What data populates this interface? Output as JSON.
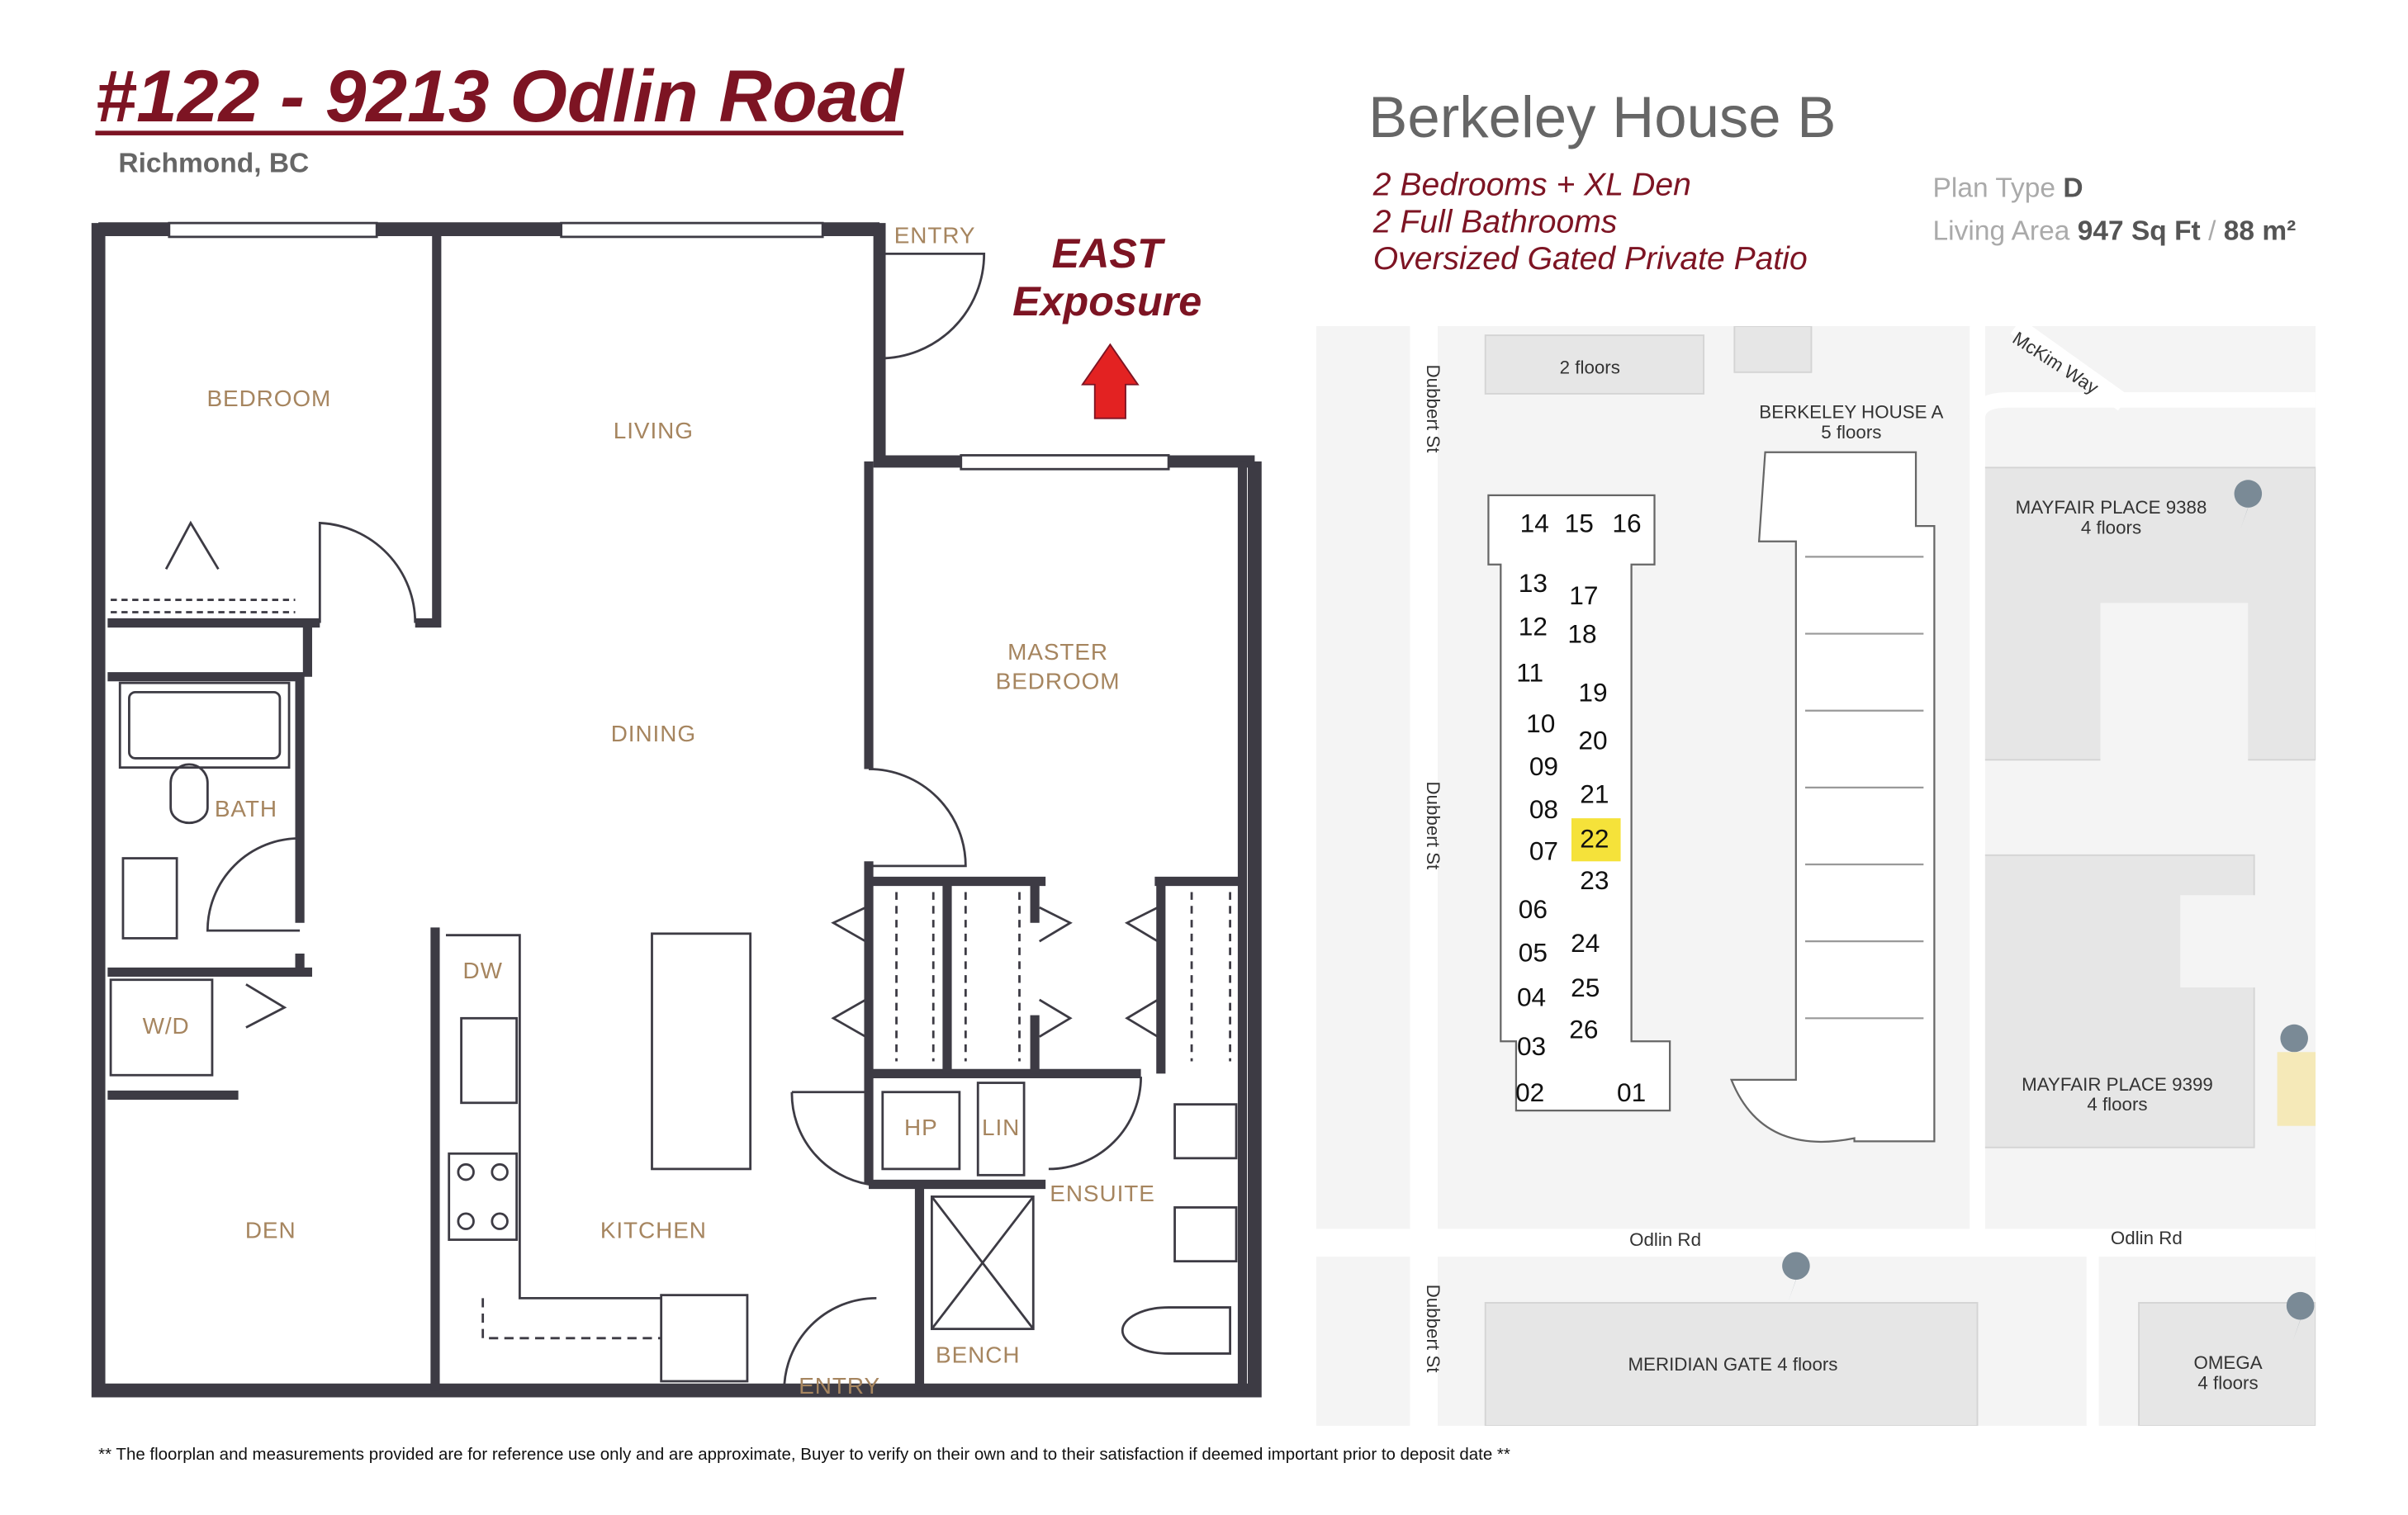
{
  "listing": {
    "title": "#122 - 9213 Odlin Road",
    "city": "Richmond, BC",
    "exposure_line1": "EAST",
    "exposure_line2": "Exposure",
    "building": "Berkeley House B",
    "features": [
      "2 Bedrooms + XL Den",
      "2 Full Bathrooms",
      "Oversized Gated Private Patio"
    ],
    "plan_type_label": "Plan Type",
    "plan_type_value": "D",
    "living_area_label": "Living Area",
    "living_area_sqft": "947 Sq Ft",
    "living_area_sep": "/",
    "living_area_m2": "88 m²",
    "disclaimer": "** The floorplan and measurements provided are for reference use only and are approximate, Buyer to verify on their own and to their satisfaction if deemed important prior to deposit date **"
  },
  "floorplan": {
    "rooms": {
      "bedroom": "BEDROOM",
      "living": "LIVING",
      "dining": "DINING",
      "master_line1": "MASTER",
      "master_line2": "BEDROOM",
      "bath": "BATH",
      "wd": "W/D",
      "dw": "DW",
      "den": "DEN",
      "kitchen": "KITCHEN",
      "hp": "HP",
      "lin": "LIN",
      "ensuite": "ENSUITE",
      "bench": "BENCH",
      "entry_top": "ENTRY",
      "entry_bottom": "ENTRY"
    },
    "arrow_color": "#e32222",
    "wall_color": "#3d3b44"
  },
  "site_map": {
    "streets": {
      "dubbert_1": "Dubbert St",
      "dubbert_2": "Dubbert St",
      "dubbert_3": "Dubbert St",
      "mckim": "McKim Way",
      "odlin_1": "Odlin Rd",
      "odlin_2": "Odlin Rd"
    },
    "labels": {
      "two_floors": "2 floors",
      "bha_name": "BERKELEY HOUSE A",
      "bha_floors": "5 floors",
      "mp9388_name": "MAYFAIR PLACE 9388",
      "mp9388_floors": "4 floors",
      "mp9399_name": "MAYFAIR PLACE 9399",
      "mp9399_floors": "4 floors",
      "meridian": "MERIDIAN GATE 4 floors",
      "omega_name": "OMEGA",
      "omega_floors": "4 floors"
    },
    "units": [
      "14",
      "15",
      "16",
      "13",
      "17",
      "12",
      "18",
      "11",
      "19",
      "10",
      "20",
      "09",
      "21",
      "08",
      "22",
      "07",
      "23",
      "06",
      "24",
      "05",
      "25",
      "04",
      "26",
      "03",
      "02",
      "01"
    ],
    "highlighted_unit": "22",
    "highlight_color": "#f5e23a",
    "pin_color": "#7a8a96"
  }
}
